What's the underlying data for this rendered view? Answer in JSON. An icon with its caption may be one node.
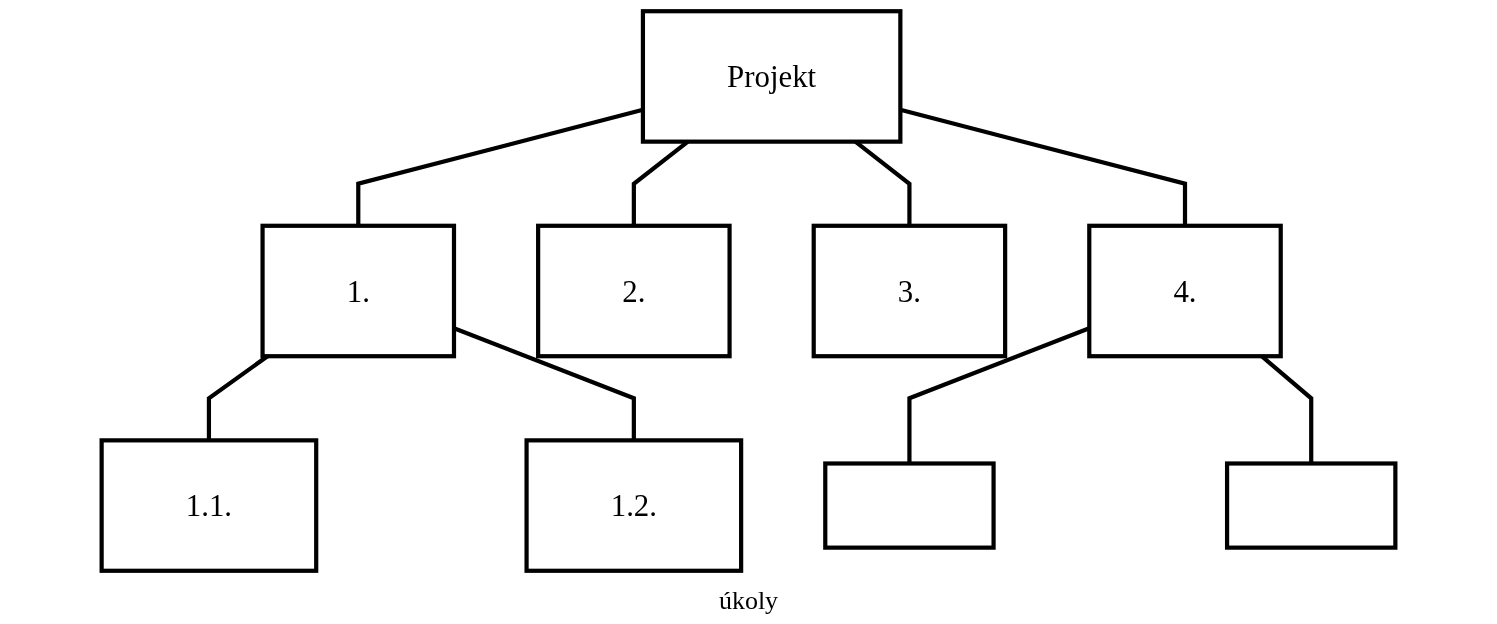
{
  "diagram": {
    "nodes": [
      {
        "text": [
          "Projekt"
        ]
      },
      {
        "text": [
          "1."
        ]
      },
      {
        "text": [
          "2."
        ]
      },
      {
        "text": [
          "3."
        ]
      },
      {
        "text": [
          "4."
        ]
      },
      {
        "text": [
          "1.1."
        ]
      },
      {
        "text": [
          "1.2."
        ]
      },
      {
        "text": [],
        "shape": "box"
      },
      {
        "text": [],
        "shape": "box"
      }
    ],
    "edges": [
      {
        "from": 0,
        "to": 1,
        "arrow": "none"
      },
      {
        "from": 0,
        "to": 2,
        "arrow": "none"
      },
      {
        "from": 0,
        "to": 3,
        "arrow": "none"
      },
      {
        "from": 0,
        "to": 4,
        "arrow": "none"
      },
      {
        "from": 1,
        "to": 5,
        "arrow": "none"
      },
      {
        "from": 1,
        "to": 6,
        "arrow": "none"
      },
      {
        "from": 4,
        "to": 7,
        "arrow": "none"
      },
      {
        "from": 4,
        "to": 8,
        "arrow": "none"
      }
    ],
    "labels": [
      "úkoly"
    ]
  }
}
